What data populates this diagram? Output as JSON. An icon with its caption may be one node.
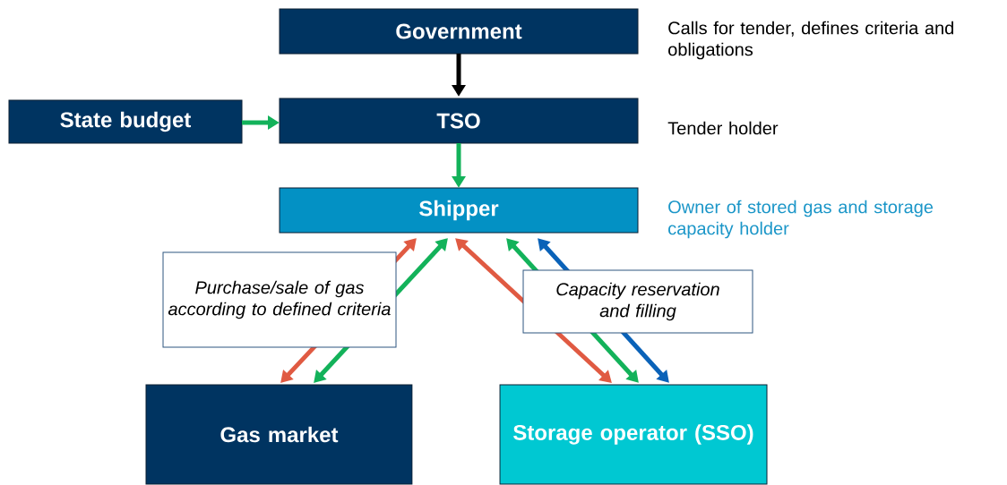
{
  "diagram": {
    "nodes": [
      {
        "text": [
          "Government"
        ],
        "beside": [
          "Calls for tender, defines criteria and obligations"
        ]
      },
      {
        "text": [
          "State budget"
        ]
      },
      {
        "text": [
          "TSO"
        ],
        "beside": [
          "Tender holder"
        ]
      },
      {
        "text": [
          "Shipper"
        ],
        "beside": [
          "Owner of stored gas and storage capacity holder"
        ]
      },
      {
        "text": [
          "Gas market"
        ]
      },
      {
        "text": [
          "Storage operator (SSO)"
        ]
      }
    ],
    "edges": [
      {
        "from": 0,
        "to": 2,
        "arrow": "to",
        "color": "#000000"
      },
      {
        "from": 1,
        "to": 2,
        "arrow": "to"
      },
      {
        "from": 2,
        "to": 3,
        "arrow": "to"
      },
      {
        "from": 3,
        "to": 4,
        "arrow": "both",
        "color": "#e05a42",
        "label": "Purchase/sale of gas according to defined criteria"
      },
      {
        "from": 3,
        "to": 4,
        "arrow": "both"
      },
      {
        "from": 3,
        "to": 5,
        "arrow": "both",
        "color": "#e05a42"
      },
      {
        "from": 3,
        "to": 5,
        "arrow": "both",
        "label": "Capacity reservation and filling"
      },
      {
        "from": 3,
        "to": 5,
        "arrow": "both",
        "color": "#0a62b8"
      }
    ]
  }
}
